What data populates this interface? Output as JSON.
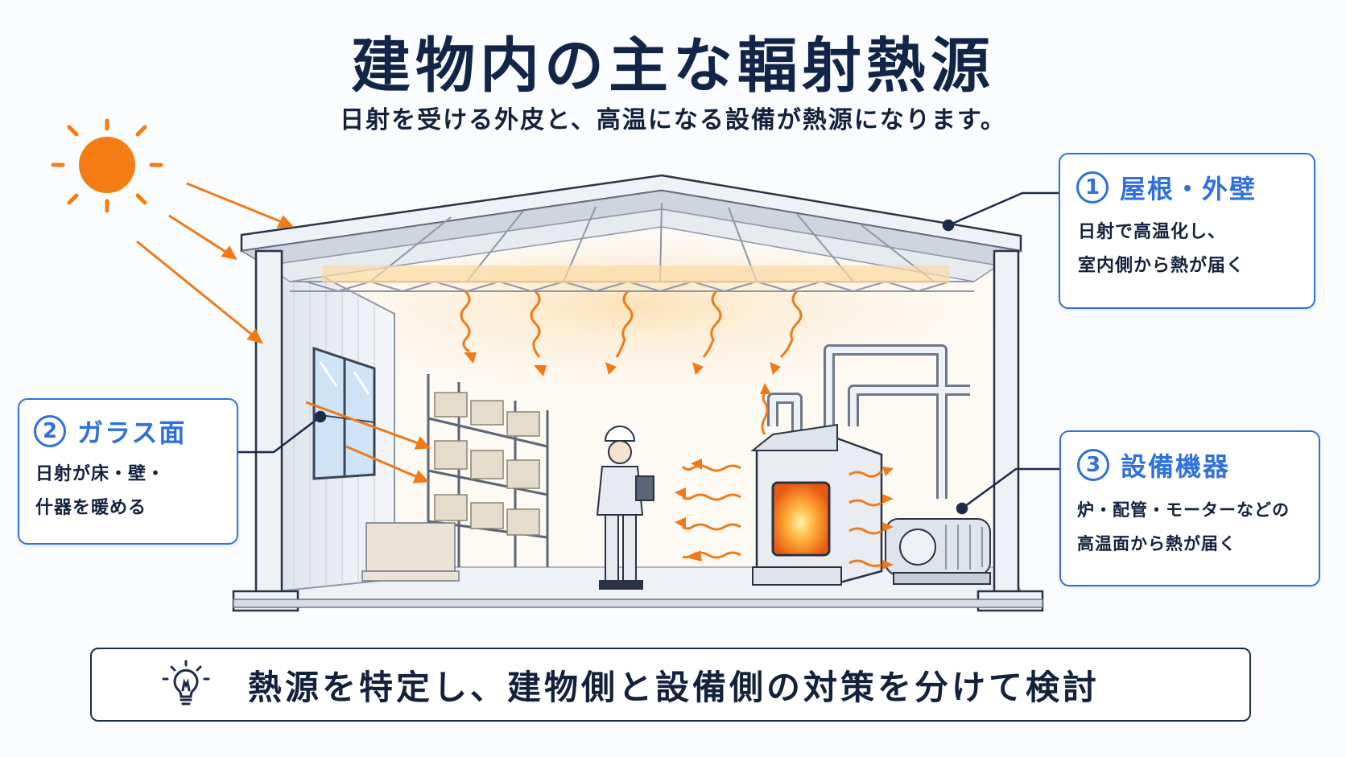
{
  "title": "建物内の主な輻射熱源",
  "subtitle": "日射を受ける外皮と、高温になる設備が熱源になります。",
  "callouts": [
    {
      "number": "1",
      "title": "屋根・外壁",
      "lines": [
        "日射で高温化し、",
        "室内側から熱が届く"
      ]
    },
    {
      "number": "2",
      "title": "ガラス面",
      "lines": [
        "日射が床・壁・",
        "什器を暖める"
      ]
    },
    {
      "number": "3",
      "title": "設備機器",
      "lines": [
        "炉・配管・モーターなどの",
        "高温面から熱が届く"
      ]
    }
  ],
  "footer": {
    "icon": "lightbulb-icon",
    "text": "熱源を特定し、建物側と設備側の対策を分けて検討"
  },
  "colors": {
    "accent": "#2f6fe0",
    "heat": "#f07a1a",
    "navy": "#122447",
    "sun": "#f47c12"
  }
}
